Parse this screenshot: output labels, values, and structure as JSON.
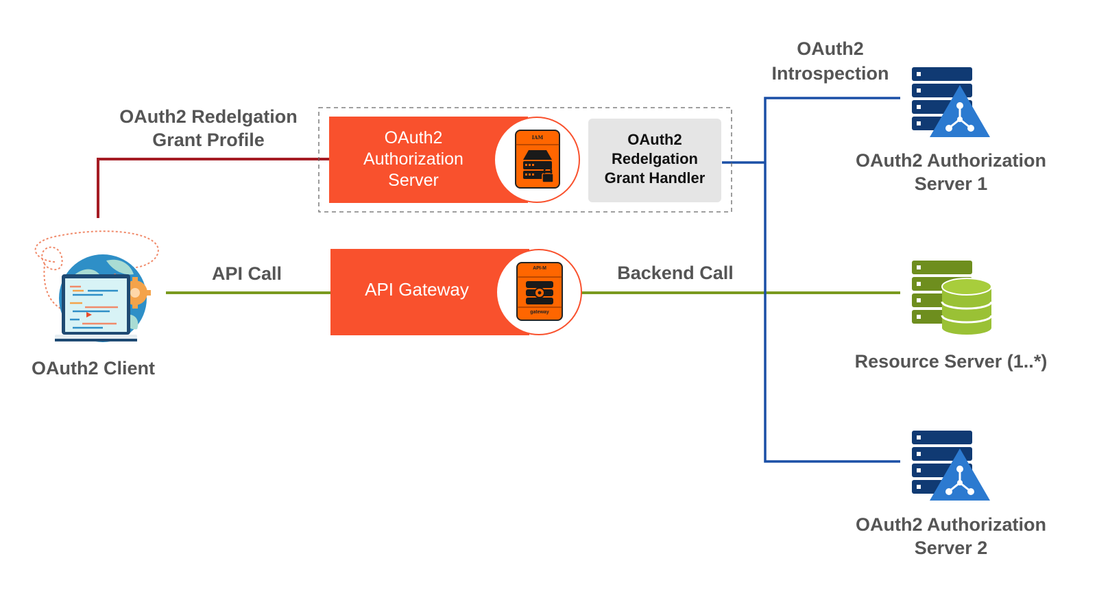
{
  "colors": {
    "accent_orange": "#f9512d",
    "icon_orange": "#ff6600",
    "handler_gray": "#e5e5e5",
    "label_gray": "#555555",
    "redelegation_line": "#a51c24",
    "api_line": "#7a9a1e",
    "introspection_line": "#1a4fa6",
    "auth_server_dark": "#103a73",
    "auth_server_triangle": "#2c7ad0",
    "resource_dark": "#6e8e1e",
    "resource_light": "#9ac135"
  },
  "nodes": {
    "client": {
      "label": "OAuth2 Client",
      "icon": "laptop-globe-gear-icon"
    },
    "auth_server": {
      "label_lines": [
        "OAuth2",
        "Authorization",
        "Server"
      ],
      "icon": "iam-server-icon",
      "icon_caption": "IAM"
    },
    "grant_handler": {
      "label_lines": [
        "OAuth2",
        "Redelgation",
        "Grant Handler"
      ]
    },
    "api_gateway": {
      "label": "API Gateway",
      "icon": "api-gateway-icon",
      "icon_caption_top": "API-M",
      "icon_caption_bottom": "gateway"
    },
    "auth_server_1": {
      "label_lines": [
        "OAuth2 Authorization",
        "Server 1"
      ],
      "icon": "authorization-server-icon"
    },
    "resource_server": {
      "label": "Resource Server (1..*)",
      "icon": "database-server-icon"
    },
    "auth_server_2": {
      "label_lines": [
        "OAuth2 Authorization",
        "Server 2"
      ],
      "icon": "authorization-server-icon"
    }
  },
  "edges": {
    "redelegation": {
      "label_lines": [
        "OAuth2 Redelgation",
        "Grant Profile"
      ]
    },
    "api_call": {
      "label": "API Call"
    },
    "backend_call": {
      "label": "Backend Call"
    },
    "introspection": {
      "label_lines": [
        "OAuth2",
        "Introspection"
      ]
    }
  }
}
